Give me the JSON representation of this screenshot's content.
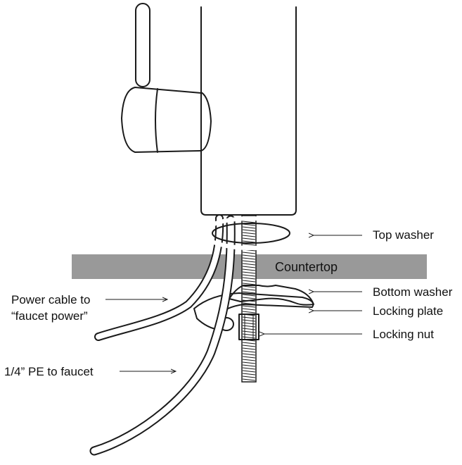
{
  "labels": {
    "countertop": "Countertop",
    "top_washer": "Top washer",
    "bottom_washer": "Bottom washer",
    "locking_plate": "Locking plate",
    "locking_nut": "Locking nut",
    "power_cable_line1": "Power cable to",
    "power_cable_line2": "“faucet power”",
    "pe_tube": "1/4” PE to faucet"
  },
  "colors": {
    "countertop": "#999999",
    "line": "#1a1a1a",
    "background": "#ffffff"
  }
}
